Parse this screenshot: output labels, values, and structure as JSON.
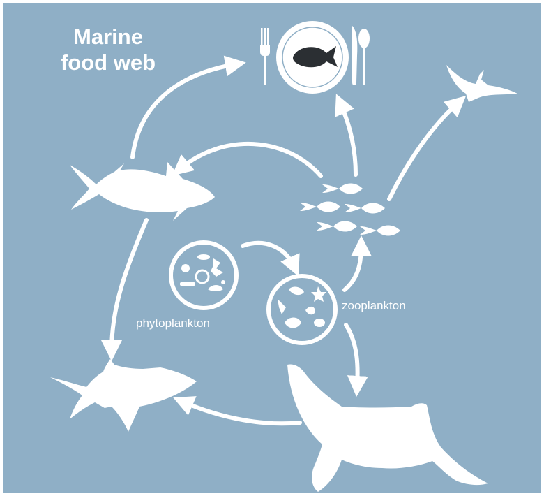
{
  "diagram": {
    "title_line1": "Marine",
    "title_line2": "food web",
    "labels": {
      "phytoplankton": "phytoplankton",
      "zooplankton": "zooplankton"
    },
    "colors": {
      "background": "#8fafc6",
      "foreground": "#ffffff",
      "fish_on_plate": "#2b2f33"
    },
    "nodes": [
      {
        "id": "humans-plate",
        "icon": "plate-with-fish-and-cutlery-icon"
      },
      {
        "id": "seabird",
        "icon": "bird-icon"
      },
      {
        "id": "tuna",
        "icon": "tuna-icon"
      },
      {
        "id": "small-fish",
        "icon": "fish-school-icon"
      },
      {
        "id": "phytoplankton",
        "icon": "phytoplankton-icon"
      },
      {
        "id": "zooplankton",
        "icon": "zooplankton-icon"
      },
      {
        "id": "shark",
        "icon": "shark-icon"
      },
      {
        "id": "whale",
        "icon": "humpback-whale-icon"
      }
    ],
    "edges": [
      {
        "from": "tuna",
        "to": "humans-plate"
      },
      {
        "from": "small-fish",
        "to": "humans-plate"
      },
      {
        "from": "small-fish",
        "to": "seabird"
      },
      {
        "from": "small-fish",
        "to": "tuna"
      },
      {
        "from": "tuna",
        "to": "shark"
      },
      {
        "from": "phytoplankton",
        "to": "zooplankton"
      },
      {
        "from": "zooplankton",
        "to": "small-fish"
      },
      {
        "from": "zooplankton",
        "to": "whale"
      },
      {
        "from": "whale",
        "to": "shark"
      }
    ]
  }
}
